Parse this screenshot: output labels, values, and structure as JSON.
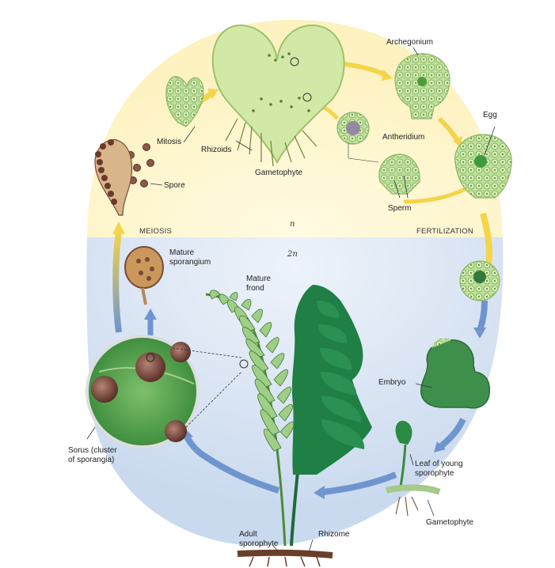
{
  "diagram": {
    "labels": {
      "archegonium": "Archegonium",
      "egg": "Egg",
      "antheridium": "Antheridium",
      "sperm": "Sperm",
      "rhizoids": "Rhizoids",
      "gametophyte_top": "Gametophyte",
      "mitosis": "Mitosis",
      "spore": "Spore",
      "mature_sporangium_l1": "Mature",
      "mature_sporangium_l2": "sporangium",
      "mature_frond_l1": "Mature",
      "mature_frond_l2": "frond",
      "embryo": "Embryo",
      "leaf_young_l1": "Leaf of young",
      "leaf_young_l2": "sporophyte",
      "gametophyte_bottom": "Gametophyte",
      "sorus_l1": "Sorus (cluster",
      "sorus_l2": "of sporangia)",
      "adult_sporophyte_l1": "Adult",
      "adult_sporophyte_l2": "sporophyte",
      "rhizome": "Rhizome"
    },
    "phases": {
      "meiosis": "MEIOSIS",
      "fertilization": "FERTILIZATION"
    },
    "ploidy": {
      "haploid": "n",
      "diploid": "2n"
    },
    "colors": {
      "haploid_bg": "#fdf6d2",
      "diploid_bg": "#dfe8f4",
      "haploid_arrow": "#f4d44a",
      "diploid_arrow": "#6f95cf",
      "gametophyte_green": "#cfe5a8",
      "frond_green": "#1f7f45",
      "sporangium_brown": "#7a4a3a"
    }
  }
}
